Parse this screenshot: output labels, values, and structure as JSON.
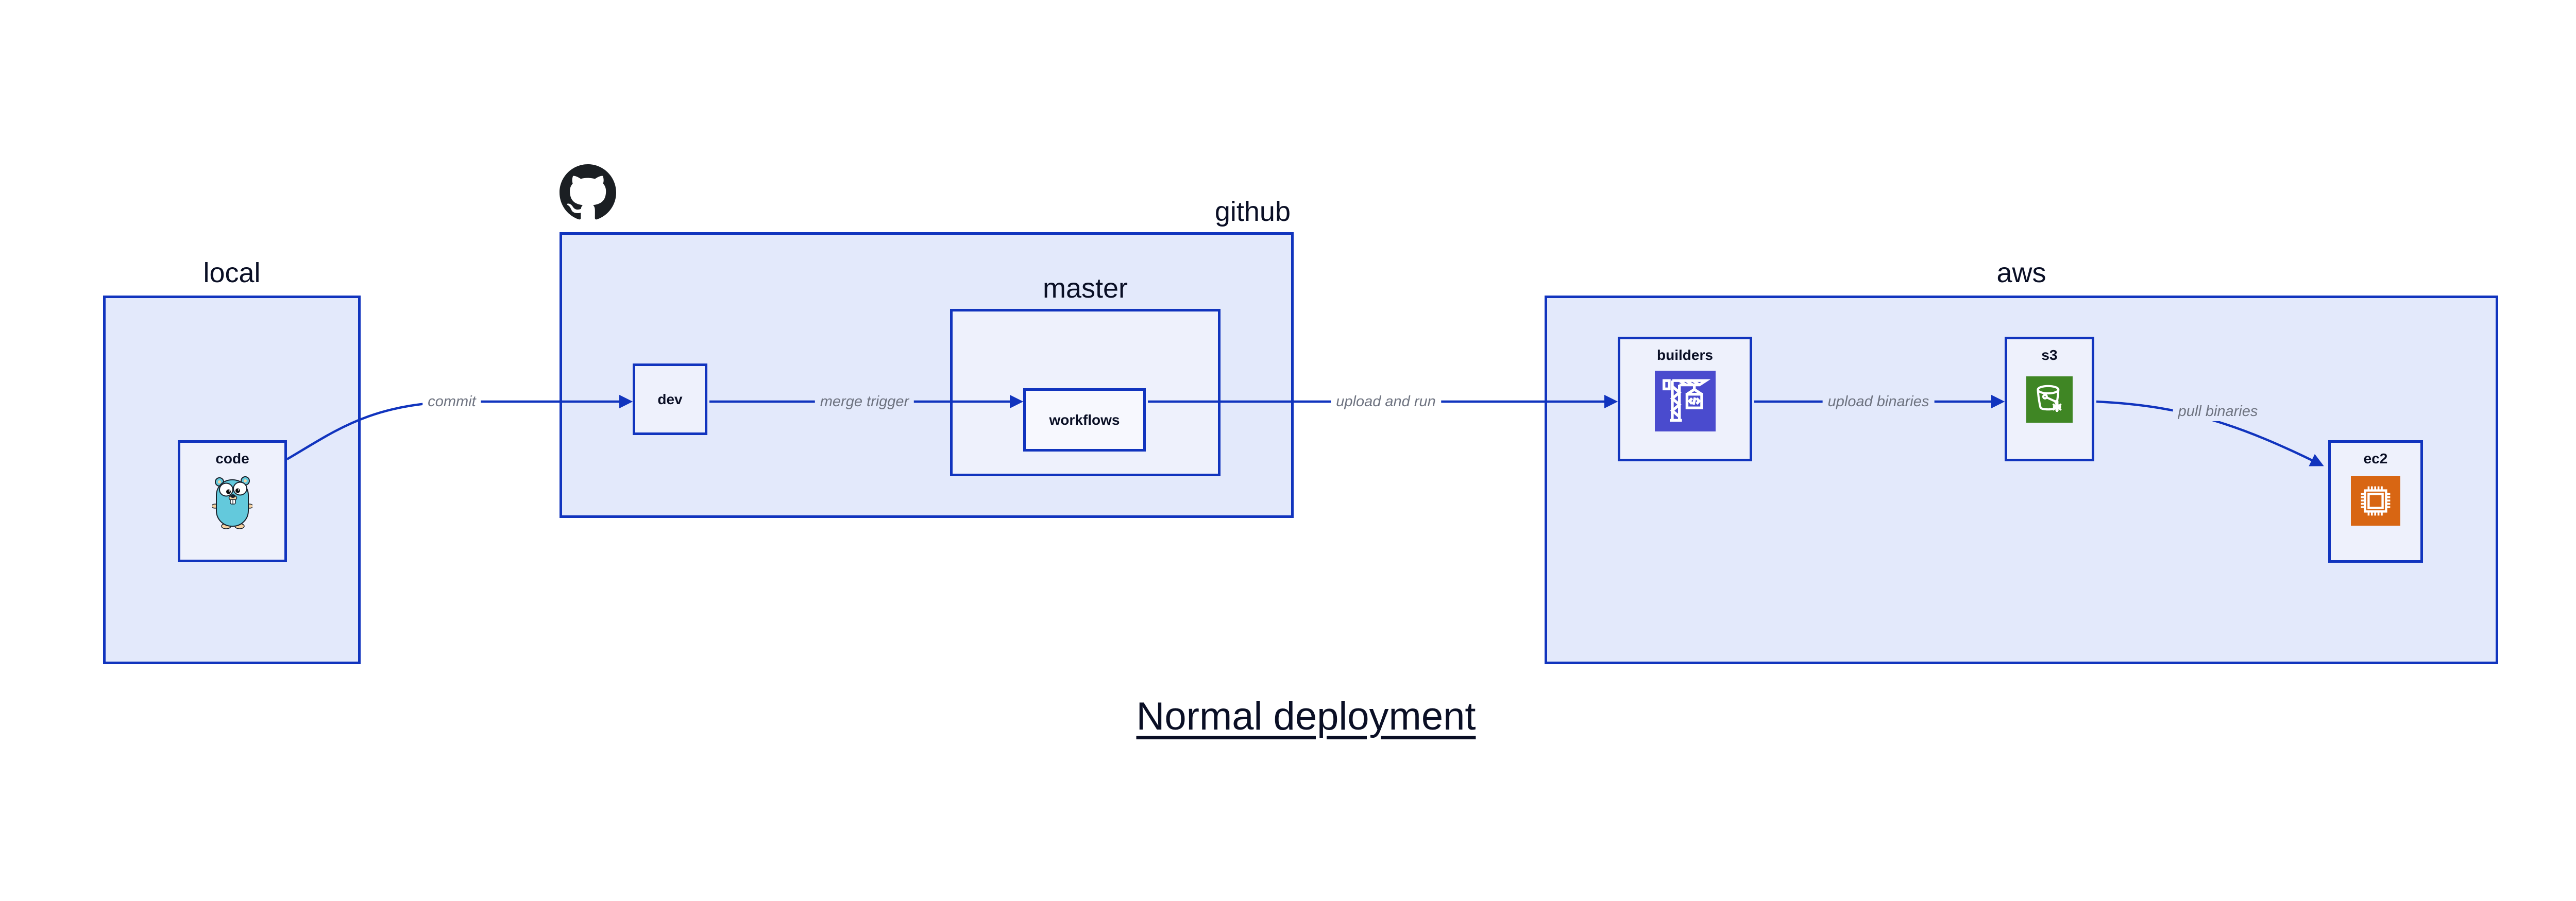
{
  "diagram": {
    "title": "Normal deployment",
    "containers": {
      "local": {
        "label": "local"
      },
      "github": {
        "label": "github"
      },
      "master": {
        "label": "master"
      },
      "aws": {
        "label": "aws"
      }
    },
    "nodes": {
      "code": {
        "label": "code",
        "icon": "go-gopher-icon"
      },
      "dev": {
        "label": "dev"
      },
      "workflows": {
        "label": "workflows"
      },
      "builders": {
        "label": "builders",
        "icon": "aws-codebuild-crane-icon"
      },
      "s3": {
        "label": "s3",
        "icon": "aws-s3-bucket-icon"
      },
      "ec2": {
        "label": "ec2",
        "icon": "aws-ec2-chip-icon"
      }
    },
    "edges": [
      {
        "from": "code",
        "to": "dev",
        "label": "commit"
      },
      {
        "from": "dev",
        "to": "workflows",
        "label": "merge trigger"
      },
      {
        "from": "workflows",
        "to": "builders",
        "label": "upload and run"
      },
      {
        "from": "builders",
        "to": "s3",
        "label": "upload binaries"
      },
      {
        "from": "s3",
        "to": "ec2",
        "label": "pull binaries"
      }
    ],
    "colors": {
      "edge_blue": "#1134BE",
      "container_fill": "#E3E9FB",
      "node_fill": "#EEF1FC",
      "inner_node_fill": "#F7F8FE",
      "label_dark": "#0A0F25",
      "edge_label_gray": "#6E7380",
      "github_black": "#1B1F23",
      "gopher_teal": "#63C9DC",
      "codebuild_indigo": "#4A4BCE",
      "s3_green": "#3F8624",
      "ec2_orange": "#D86613"
    }
  }
}
